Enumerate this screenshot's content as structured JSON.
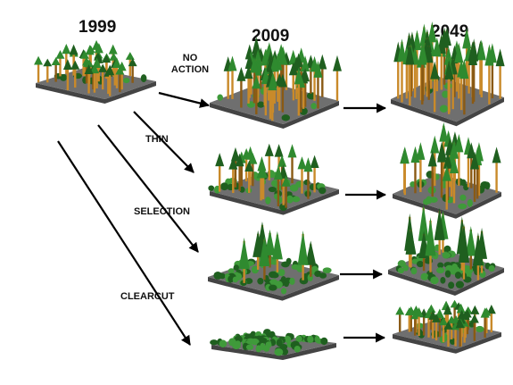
{
  "years": [
    "1999",
    "2009",
    "2049"
  ],
  "labels": {
    "no_action": [
      "NO",
      "ACTION"
    ],
    "thin": "THIN",
    "selection": "SELECTION",
    "clearcut": "CLEARCUT"
  },
  "colors": {
    "trunk": "#c98a2a",
    "trunk_dark": "#8a5a14",
    "foliage": "#2f8a2f",
    "foliage_dark": "#1f5f1f",
    "understory": "#3f9a3a",
    "ground_top": "#6f6f6f",
    "ground_side": "#444444",
    "arrow": "#000000"
  },
  "stands": [
    {
      "id": "1999",
      "density": "dense",
      "height": "medium"
    },
    {
      "id": "2009-no-action",
      "density": "dense",
      "height": "tall"
    },
    {
      "id": "2009-thin",
      "density": "medium",
      "height": "medium"
    },
    {
      "id": "2009-selection",
      "density": "sparse",
      "height": "medium"
    },
    {
      "id": "2009-clearcut",
      "density": "none",
      "height": "none"
    },
    {
      "id": "2049-no-action",
      "density": "dense",
      "height": "tallest"
    },
    {
      "id": "2049-thin",
      "density": "medium",
      "height": "tall"
    },
    {
      "id": "2049-selection",
      "density": "sparse",
      "height": "tall"
    },
    {
      "id": "2049-clearcut",
      "density": "dense",
      "height": "short"
    }
  ]
}
